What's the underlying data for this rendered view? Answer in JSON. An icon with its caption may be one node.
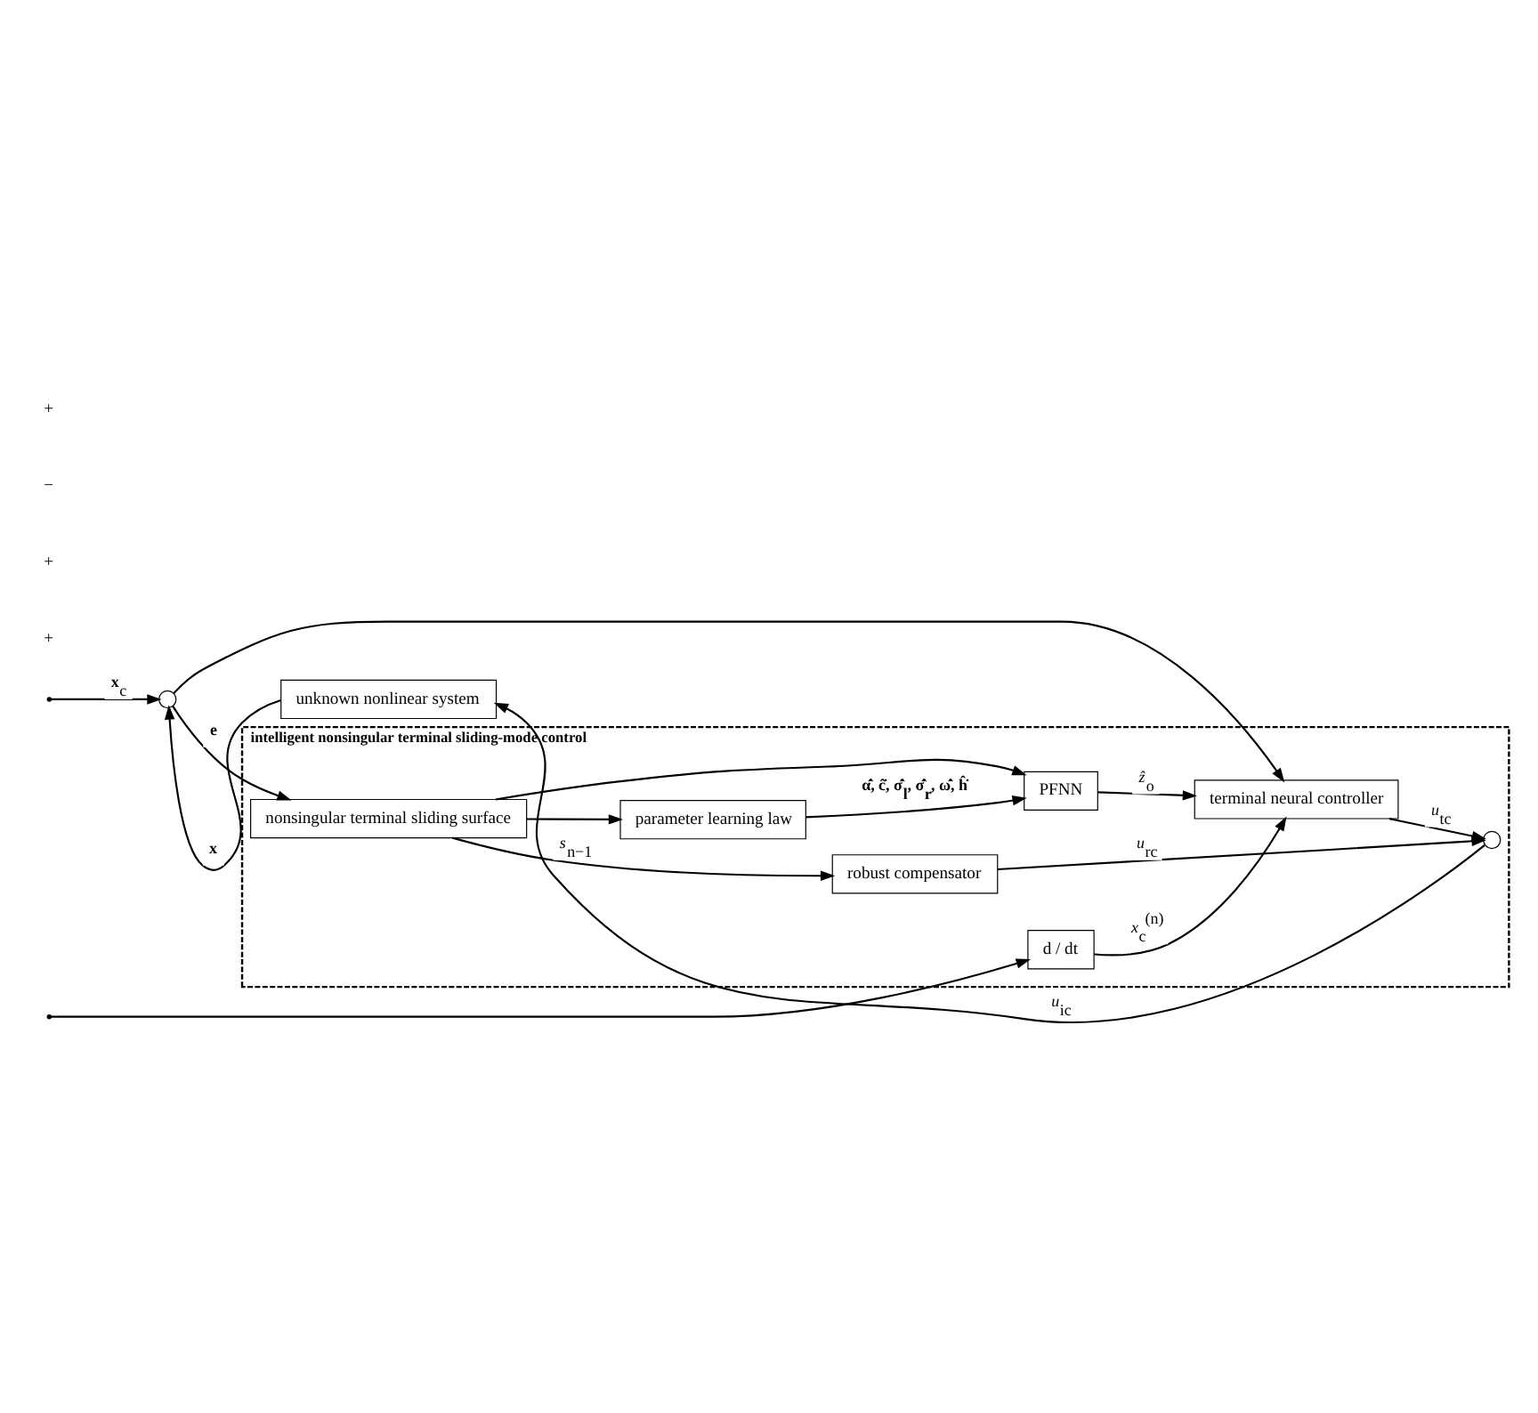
{
  "diagram": {
    "nodes": [
      {
        "text": [
          "intelligent nonsingular terminal sliding-mode control"
        ]
      },
      {
        "text": [
          "nonsingular terminal sliding surface"
        ],
        "in": 0
      },
      {
        "text": [
          "robust compensator"
        ],
        "in": 0
      },
      {
        "text": [
          "parameter learning law"
        ],
        "in": 0
      },
      {
        "text": [
          "PFNN"
        ],
        "in": 0
      },
      {
        "text": [
          "terminal neural controller"
        ],
        "in": 0
      },
      {
        "text": [
          "d / dt"
        ],
        "in": 0
      },
      {
        "text": [],
        "shape": "circle",
        "in": 0
      },
      {
        "text": [],
        "shape": "circle"
      },
      {
        "text": [
          "unknown nonlinear system"
        ]
      }
    ],
    "edges": [
      {
        "from": null,
        "to": 8,
        "arrow": "to",
        "label": "**x**$_{c}$"
      },
      {
        "from": null,
        "to": 6,
        "arrow": "to"
      },
      {
        "from": 8,
        "to": 1,
        "arrow": "to",
        "label": "**e**"
      },
      {
        "from": 8,
        "to": 5,
        "arrow": "to"
      },
      {
        "from": 1,
        "to": 2,
        "arrow": "to",
        "label": "*s*$_{n−1}$"
      },
      {
        "from": 1,
        "to": 3,
        "arrow": "to"
      },
      {
        "from": 1,
        "to": 4,
        "arrow": "to"
      },
      {
        "from": 3,
        "to": 4,
        "arrow": "to",
        "label": "**α̂̇, ĉ̇, σ̂̇$_{l}$, σ̂̇$_{r}$, ω̂̇, ĥ̇**"
      },
      {
        "from": 4,
        "to": 5,
        "arrow": "to",
        "label": "*ẑ*$_{o}$"
      },
      {
        "from": 6,
        "to": 5,
        "arrow": "to",
        "label": "*x*$_{c}$$^{(n)}$"
      },
      {
        "from": 2,
        "to": 7,
        "arrow": "to",
        "label": "*u*$_{rc}$"
      },
      {
        "from": 5,
        "to": 7,
        "arrow": "to",
        "label": "*u*$_{tc}$"
      },
      {
        "from": 7,
        "to": 9,
        "arrow": "to",
        "label": "*u*$_{ic}$"
      },
      {
        "from": 9,
        "to": 8,
        "arrow": "to",
        "label": "**x**"
      }
    ],
    "labels": [
      "+",
      "+",
      "−",
      "+"
    ]
  }
}
